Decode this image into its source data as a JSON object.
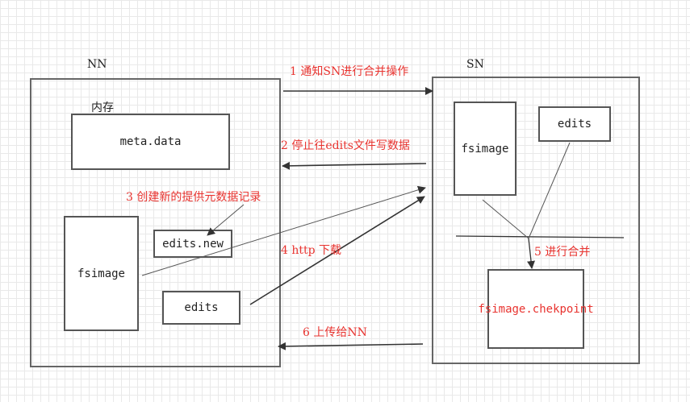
{
  "nn": {
    "title": "NN",
    "memory_label": "内存",
    "meta_label": "meta.data",
    "edits_new_label": "edits.new",
    "fsimage_label": "fsimage",
    "edits_label": "edits"
  },
  "sn": {
    "title": "SN",
    "fsimage_label": "fsimage",
    "edits_label": "edits",
    "checkpoint_label": "fsimage.chekpoint"
  },
  "steps": {
    "s1": "1 通知SN进行合并操作",
    "s2": "2 停止往edits文件写数据",
    "s3": "3 创建新的提供元数据记录",
    "s4": "4 http 下载",
    "s5": "5 进行合并",
    "s6": "6 上传给NN"
  },
  "colors": {
    "step_text": "#e8332f",
    "line": "#333333",
    "grid": "#e9e9e9"
  }
}
